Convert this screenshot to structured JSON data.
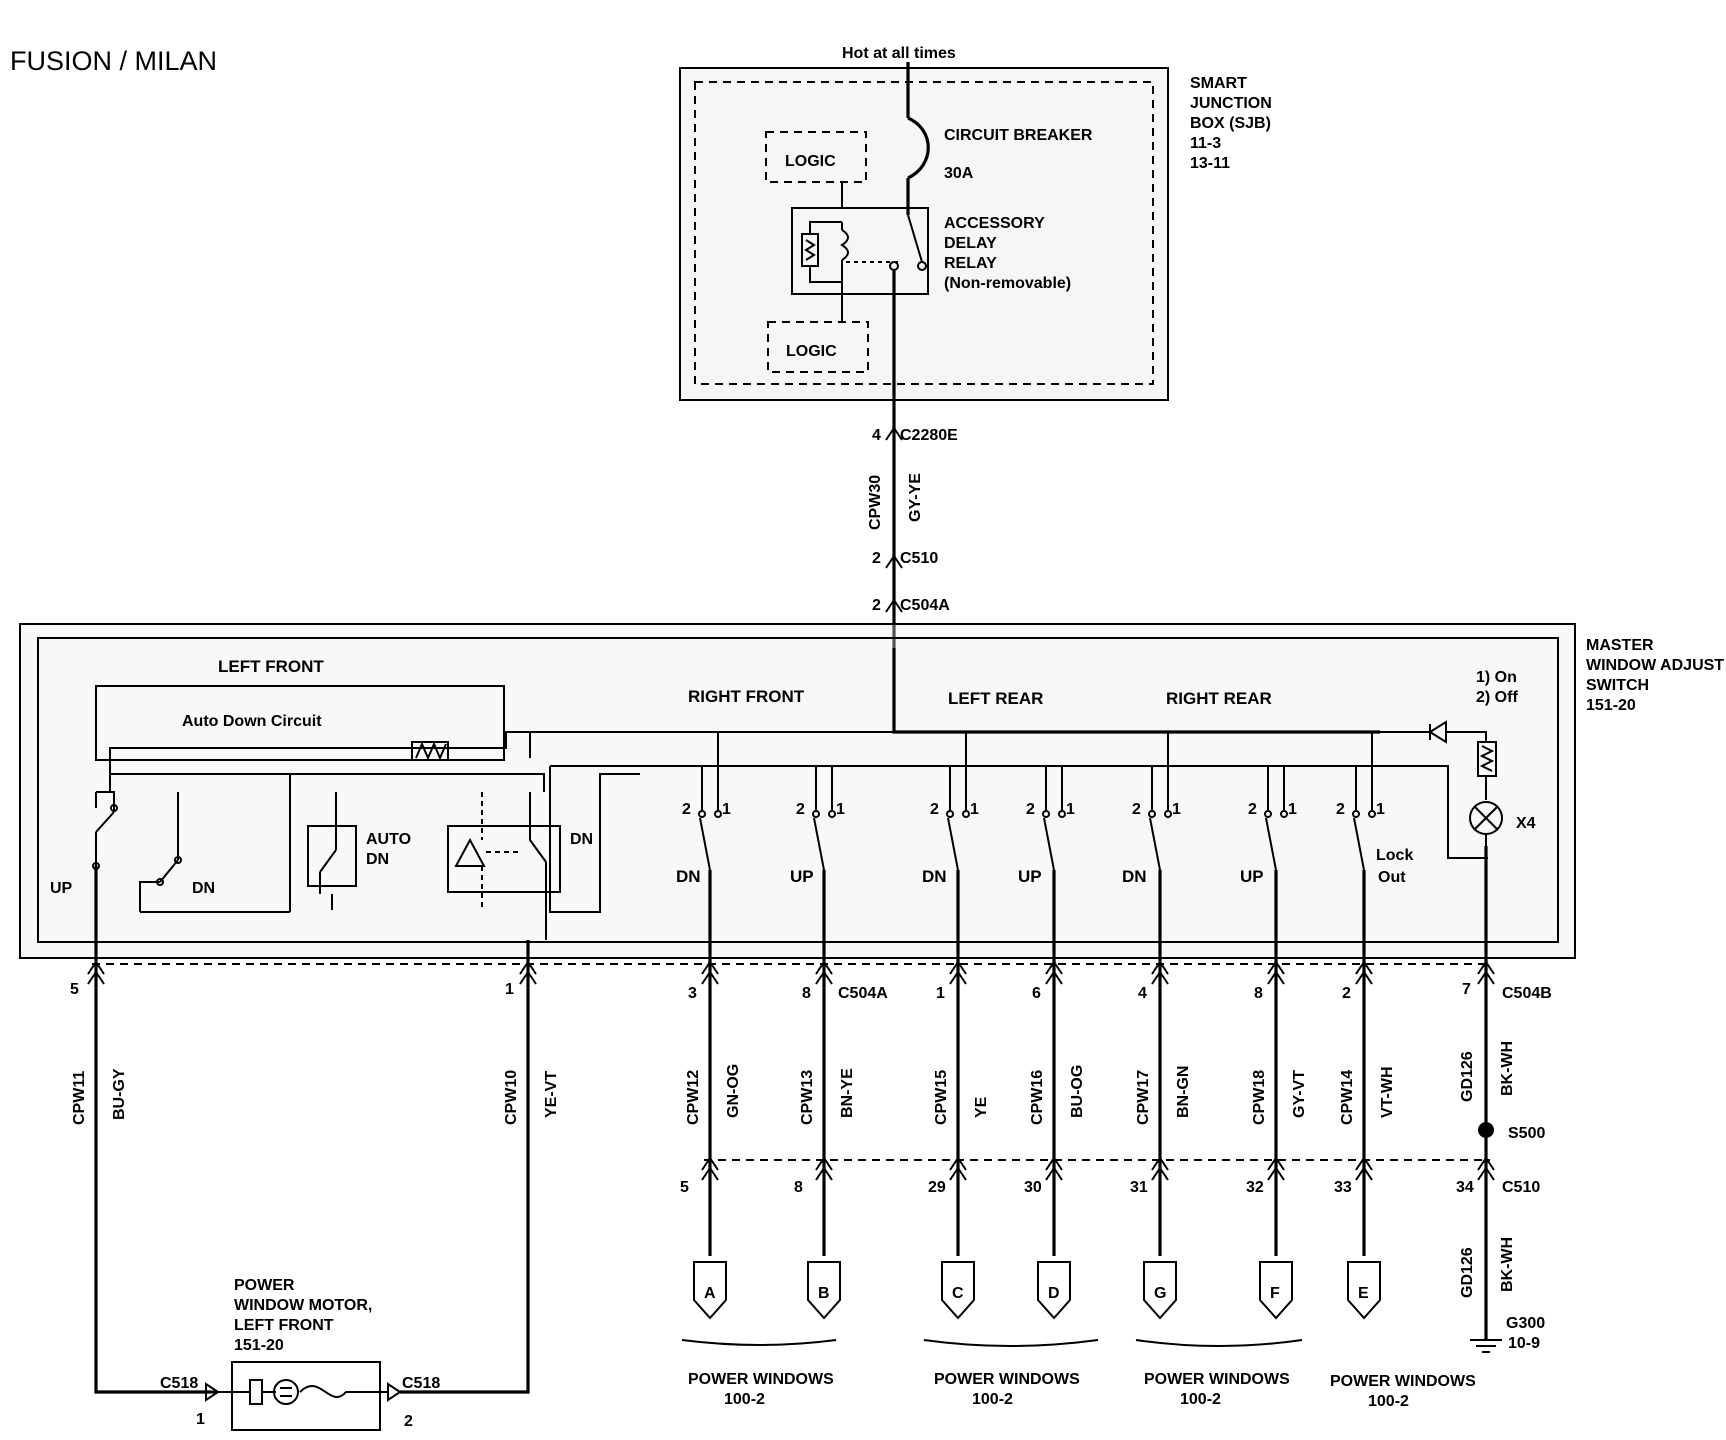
{
  "title": "FUSION / MILAN",
  "sjb": {
    "hot_label": "Hot at all times",
    "name_lines": [
      "SMART",
      "JUNCTION",
      "BOX (SJB)",
      "11-3",
      "13-11"
    ],
    "logic_top": "LOGIC",
    "logic_bottom": "LOGIC",
    "breaker_label": "CIRCUIT BREAKER",
    "breaker_rating": "30A",
    "relay_lines": [
      "ACCESSORY",
      "DELAY",
      "RELAY",
      "(Non-removable)"
    ]
  },
  "feed": {
    "pin_c2280e": "4",
    "conn_c2280e": "C2280E",
    "circuit": "CPW30",
    "color": "GY-YE",
    "pin_c510": "2",
    "conn_c510": "C510",
    "pin_c504a": "2",
    "conn_c504a": "C504A"
  },
  "master": {
    "name_lines": [
      "MASTER",
      "WINDOW ADJUST",
      "SWITCH",
      "151-20"
    ],
    "left_front": "LEFT FRONT",
    "auto_down": "Auto Down Circuit",
    "up": "UP",
    "dn": "DN",
    "auto_dn": [
      "AUTO",
      "DN"
    ],
    "dn_relay": "DN",
    "right_front": "RIGHT FRONT",
    "left_rear": "LEFT REAR",
    "right_rear": "RIGHT REAR",
    "lamp_states": [
      "1) On",
      "2) Off"
    ],
    "lamp": "X4",
    "lock_out": [
      "Lock",
      "Out"
    ],
    "pin_1": "1",
    "pin_2": "2"
  },
  "switches": [
    {
      "label": "DN"
    },
    {
      "label": "UP"
    },
    {
      "label": "DN"
    },
    {
      "label": "UP"
    },
    {
      "label": "DN"
    },
    {
      "label": "UP"
    }
  ],
  "connectors": {
    "c504a": "C504A",
    "c504b": "C504B",
    "c510": "C510",
    "s500": "S500",
    "c518": "C518",
    "g300": "G300",
    "g300_ref": "10-9"
  },
  "wires": [
    {
      "pin_top": "5",
      "circuit": "CPW11",
      "color": "BU-GY"
    },
    {
      "pin_top": "1",
      "circuit": "CPW10",
      "color": "YE-VT"
    },
    {
      "pin_top": "3",
      "circuit": "CPW12",
      "color": "GN-OG",
      "pin_bottom": "5",
      "dest": "A"
    },
    {
      "pin_top": "8",
      "circuit": "CPW13",
      "color": "BN-YE",
      "pin_bottom": "8",
      "dest": "B"
    },
    {
      "pin_top": "1",
      "circuit": "CPW15",
      "color": "YE",
      "pin_bottom": "29",
      "dest": "C"
    },
    {
      "pin_top": "6",
      "circuit": "CPW16",
      "color": "BU-OG",
      "pin_bottom": "30",
      "dest": "D"
    },
    {
      "pin_top": "4",
      "circuit": "CPW17",
      "color": "BN-GN",
      "pin_bottom": "31",
      "dest": "G"
    },
    {
      "pin_top": "8",
      "circuit": "CPW18",
      "color": "GY-VT",
      "pin_bottom": "32",
      "dest": "F"
    },
    {
      "pin_top": "2",
      "circuit": "CPW14",
      "color": "VT-WH",
      "pin_bottom": "33",
      "dest": "E"
    }
  ],
  "ground": {
    "pin_top": "7",
    "circuit": "GD126",
    "color": "BK-WH",
    "pin_c510": "34",
    "circuit2": "GD126",
    "color2": "BK-WH"
  },
  "power_windows": [
    {
      "label": "POWER WINDOWS",
      "ref": "100-2"
    },
    {
      "label": "POWER WINDOWS",
      "ref": "100-2"
    },
    {
      "label": "POWER WINDOWS",
      "ref": "100-2"
    },
    {
      "label": "POWER WINDOWS",
      "ref": "100-2"
    }
  ],
  "motor": {
    "name_lines": [
      "POWER",
      "WINDOW MOTOR,",
      "LEFT FRONT",
      "151-20"
    ],
    "pin_left": "1",
    "pin_right": "2"
  }
}
